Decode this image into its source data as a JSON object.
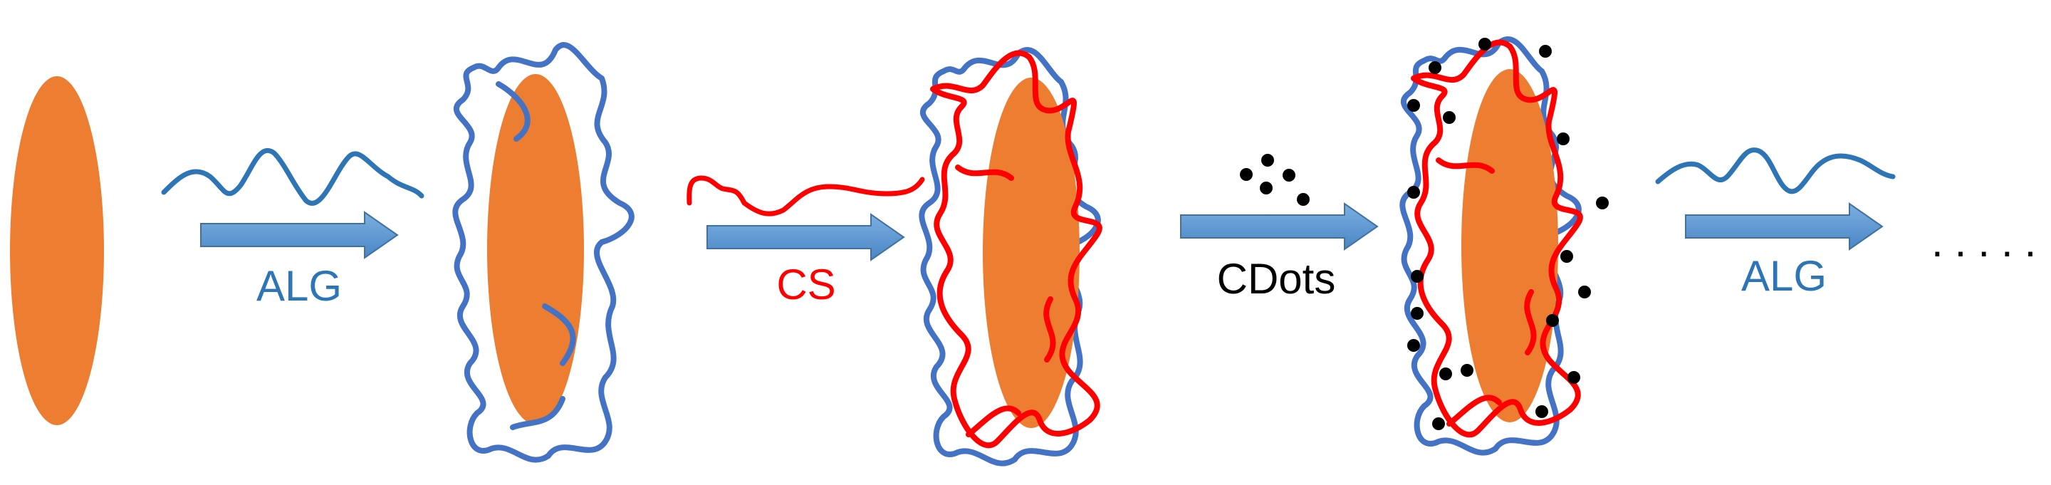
{
  "steps": {
    "alg_1": {
      "label": "ALG"
    },
    "cs": {
      "label": "CS"
    },
    "cdots": {
      "label": "CDots"
    },
    "alg_2": {
      "label": "ALG"
    }
  },
  "continuation": {
    "text": "....."
  },
  "colors": {
    "core": "#ED7D31",
    "alg_polymer": "#4472C4",
    "alg_label": "#2E75B6",
    "cs_polymer": "#FF0000",
    "arrow": "#5B9BD5",
    "cdots": "#000000"
  }
}
